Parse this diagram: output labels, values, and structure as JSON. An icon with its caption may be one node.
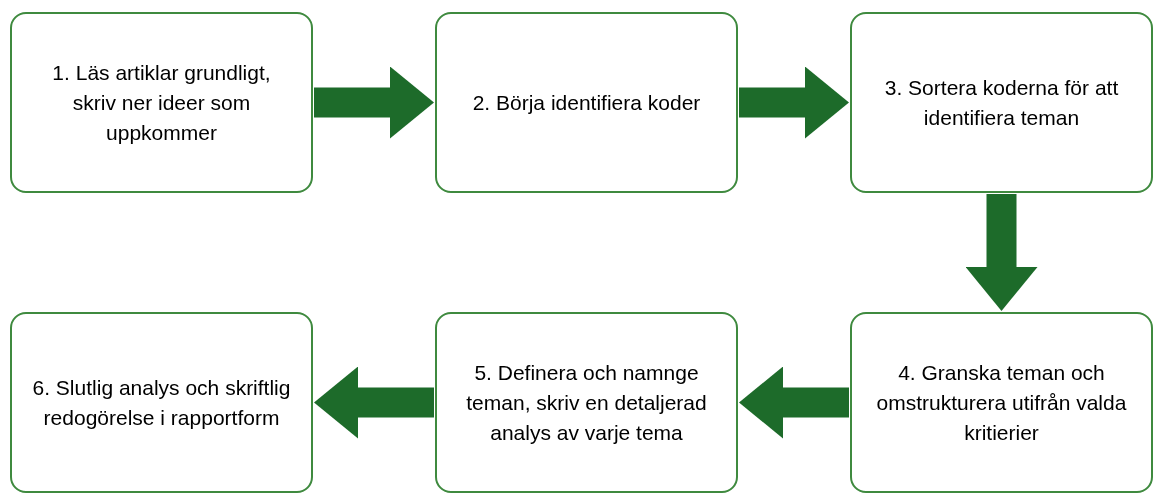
{
  "diagram": {
    "nodes": [
      {
        "text": [
          "1. Läs artiklar grundligt, skriv ner ideer som uppkommer"
        ]
      },
      {
        "text": [
          "2. Börja identifiera koder"
        ]
      },
      {
        "text": [
          "3. Sortera koderna för att identifiera teman"
        ]
      },
      {
        "text": [
          "4. Granska teman och omstrukturera utifrån valda kritierier"
        ]
      },
      {
        "text": [
          "5. Definera och namnge teman, skriv en detaljerad analys av varje tema"
        ]
      },
      {
        "text": [
          "6. Slutlig analys och skriftlig redogörelse i rapportform"
        ]
      }
    ],
    "edges": [
      {
        "from": 0,
        "to": 1,
        "arrow": "to"
      },
      {
        "from": 1,
        "to": 2,
        "arrow": "to"
      },
      {
        "from": 2,
        "to": 3,
        "arrow": "to"
      },
      {
        "from": 3,
        "to": 4,
        "arrow": "to"
      },
      {
        "from": 4,
        "to": 5,
        "arrow": "to"
      }
    ]
  }
}
